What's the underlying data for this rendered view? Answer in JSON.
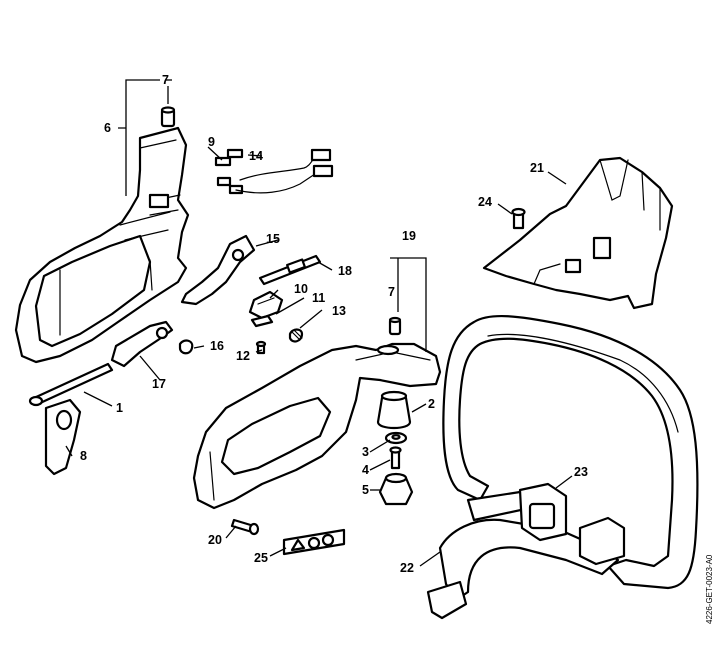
{
  "callouts": {
    "c1": "1",
    "c2": "2",
    "c3": "3",
    "c4": "4",
    "c5": "5",
    "c6": "6",
    "c7a": "7",
    "c7b": "7",
    "c8": "8",
    "c9": "9",
    "c10": "10",
    "c11": "11",
    "c12": "12",
    "c13": "13",
    "c14": "14",
    "c15": "15",
    "c16": "16",
    "c17": "17",
    "c18": "18",
    "c19": "19",
    "c20": "20",
    "c21": "21",
    "c22": "22",
    "c23": "23",
    "c24": "24",
    "c25": "25"
  },
  "document_id": "4226-GET-0023-A0"
}
